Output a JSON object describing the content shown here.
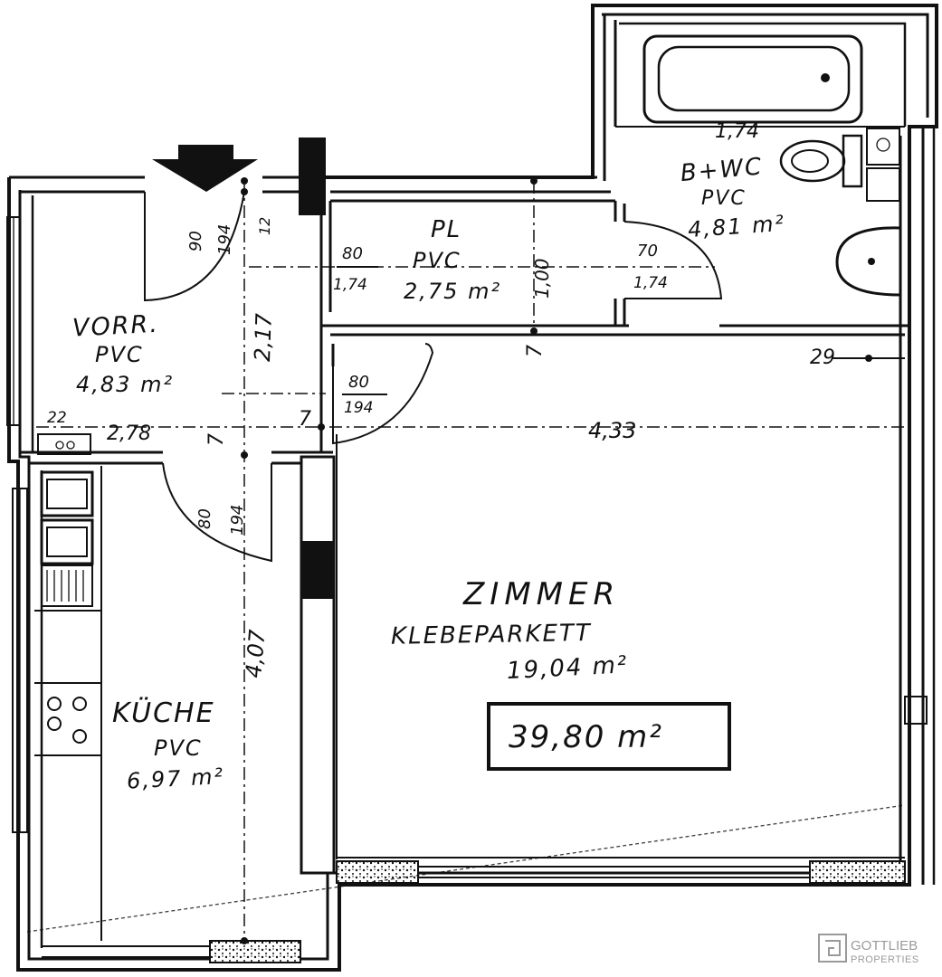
{
  "rooms": {
    "vorraum": {
      "name": "VORR.",
      "floor": "PVC",
      "area": "4,83 m²"
    },
    "kueche": {
      "name": "KÜCHE",
      "floor": "PVC",
      "area": "6,97 m²"
    },
    "pl": {
      "name": "PL",
      "floor": "PVC",
      "area": "2,75 m²"
    },
    "bad_wc": {
      "name": "B+WC",
      "floor": "PVC",
      "area": "4,81 m²"
    },
    "zimmer": {
      "name": "ZIMMER",
      "floor": "KLEBEPARKETT",
      "area": "19,04 m²"
    }
  },
  "total_area": "39,80 m²",
  "dimensions": {
    "width_vorraum": "2,78",
    "width_zimmer": "4,33",
    "depth_vorraum": "2,17",
    "depth_kueche": "4,07",
    "depth_pl": "1,00",
    "bath_top": "1,74",
    "wall_small_left": "22",
    "wall_right": "29",
    "z_mark_1": "7",
    "z_mark_2": "7",
    "z_mark_3": "7"
  },
  "doors": {
    "entry": {
      "width": "90",
      "height": "194",
      "extra": "12"
    },
    "pl": {
      "width": "80",
      "height": "1,74"
    },
    "bath": {
      "width": "70",
      "height": "1,74"
    },
    "zimmer": {
      "width": "80",
      "height": "194"
    },
    "kueche": {
      "width": "80",
      "height": "194"
    }
  },
  "watermark": {
    "brand": "GOTTLIEB",
    "sub": "PROPERTIES"
  }
}
